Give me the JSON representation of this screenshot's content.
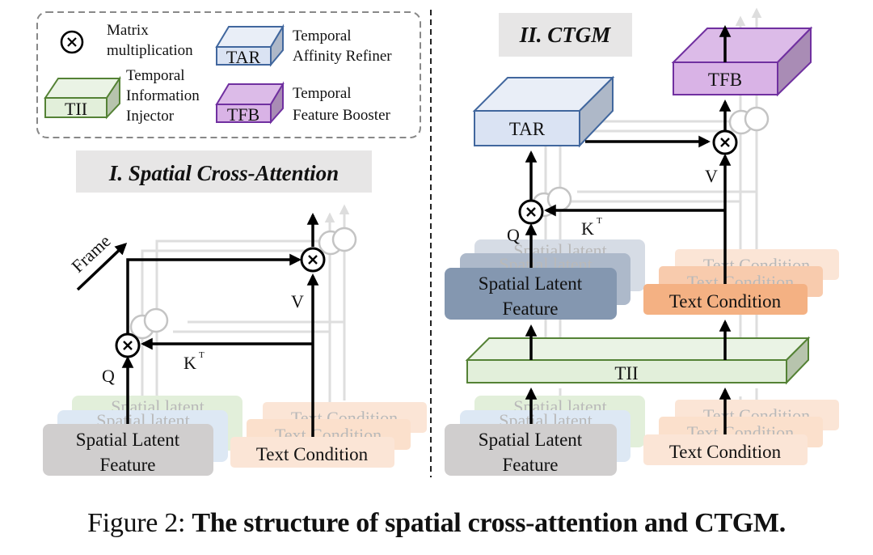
{
  "legend": {
    "matmul_label_line1": "Matrix",
    "matmul_label_line2": "multiplication",
    "tar_tag": "TAR",
    "tar_label_line1": "Temporal",
    "tar_label_line2": "Affinity Refiner",
    "tii_tag": "TII",
    "tii_label_line1": "Temporal",
    "tii_label_line2": "Information",
    "tii_label_line3": "Injector",
    "tfb_tag": "TFB",
    "tfb_label_line1": "Temporal",
    "tfb_label_line2": "Feature Booster"
  },
  "panel1": {
    "title": "I. Spatial Cross-Attention",
    "frame_label": "Frame",
    "q_label": "Q",
    "k_label": "K",
    "k_sup": "T",
    "v_label": "V",
    "latent_line1": "Spatial Latent",
    "latent_line2": "Feature",
    "ghost_latent": "Spatial latent",
    "text_condition": "Text Condition"
  },
  "panel2": {
    "title": "II. CTGM",
    "tar": "TAR",
    "tfb": "TFB",
    "tii": "TII",
    "q_label": "Q",
    "k_label": "K",
    "k_sup": "T",
    "v_label": "V",
    "latent_line1": "Spatial Latent",
    "latent_line2": "Feature",
    "ghost_latent": "Spatial latent",
    "text_condition": "Text Condition"
  },
  "colors": {
    "tar_fill": "#dae3f3",
    "tar_stroke": "#41679e",
    "tii_fill": "#e2efda",
    "tii_stroke": "#548235",
    "tfb_fill": "#d9b3e6",
    "tfb_stroke": "#7030a0",
    "latent_gray": "#d0cece",
    "latent_blue": "#8497b0",
    "text_orange": "#f4b183",
    "text_orange_light": "#fbe5d6",
    "title_bg": "#e7e6e6"
  },
  "caption": {
    "prefix": "Figure 2: ",
    "text": "The structure of spatial cross-attention and CTGM."
  }
}
